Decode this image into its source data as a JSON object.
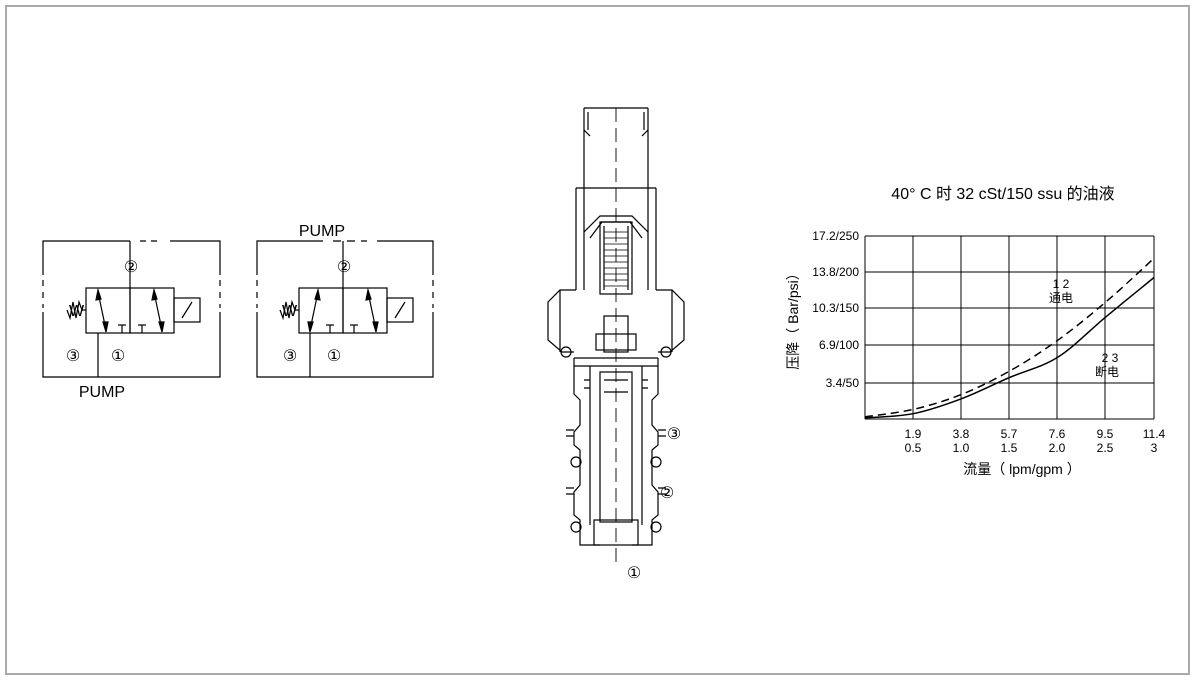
{
  "symbols": {
    "left": {
      "port2": "②",
      "port3": "③",
      "port1": "①",
      "pump": "PUMP",
      "spring": "W"
    },
    "right": {
      "port2": "②",
      "port3": "③",
      "port1": "①",
      "pump": "PUMP",
      "spring": "W"
    }
  },
  "cross_section": {
    "port3": "③",
    "port2": "②",
    "port1": "①"
  },
  "chart_data": {
    "type": "line",
    "title": "40°  C 时 32 cSt/150 ssu 的油液",
    "ylabel": "压降（ Bar/psi）",
    "xlabel": "流量（ lpm/gpm ）",
    "y_ticks": [
      "17.2/250",
      "13.8/200",
      "10.3/150",
      "6.9/100",
      "3.4/50"
    ],
    "x_ticks_lpm": [
      "1.9",
      "3.8",
      "5.7",
      "7.6",
      "9.5",
      "11.4"
    ],
    "x_ticks_gpm": [
      "0.5",
      "1.0",
      "1.5",
      "2.0",
      "2.5",
      "3"
    ],
    "xlim": [
      0,
      11.4
    ],
    "ylim": [
      0,
      17.2
    ],
    "series": [
      {
        "name": "1  2 通电",
        "label_top": "1  2",
        "label_bottom": "通电",
        "style": "dashed",
        "x": [
          0,
          1.9,
          3.8,
          5.7,
          7.6,
          9.5,
          11.4
        ],
        "y": [
          0.2,
          0.9,
          2.3,
          4.5,
          7.4,
          11.0,
          15.1
        ]
      },
      {
        "name": "2  3 断电",
        "label_top": "2  3",
        "label_bottom": "断电",
        "style": "solid",
        "x": [
          0,
          1.9,
          3.8,
          5.7,
          7.6,
          9.5,
          11.4
        ],
        "y": [
          0.1,
          0.5,
          1.9,
          3.9,
          5.8,
          9.6,
          13.3
        ]
      }
    ],
    "grid": true
  }
}
